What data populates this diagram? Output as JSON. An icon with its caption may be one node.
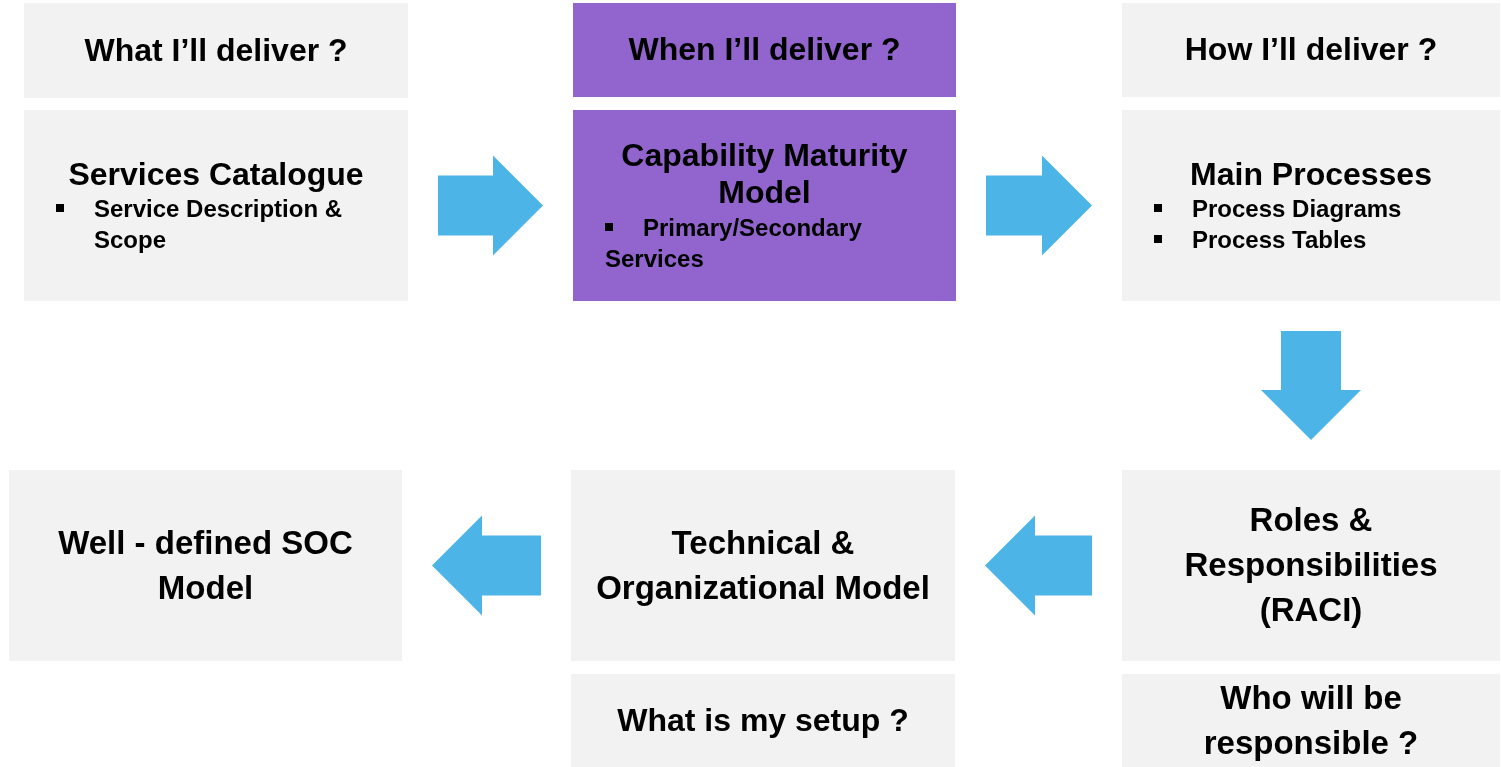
{
  "diagram": {
    "nodes": [
      {
        "text": [
          "What I’ll deliver ?"
        ]
      },
      {
        "text": [
          "Services Catalogue",
          "Service Description & Scope"
        ]
      },
      {
        "text": [
          "When I’ll deliver ?"
        ]
      },
      {
        "text": [
          "Capability Maturity Model",
          "Primary/Secondary Services"
        ]
      },
      {
        "text": [
          "How I’ll deliver ?"
        ]
      },
      {
        "text": [
          "Main Processes",
          "Process Diagrams",
          "Process Tables"
        ]
      },
      {
        "text": [
          "Well - defined SOC Model"
        ]
      },
      {
        "text": [
          "Technical & Organizational Model"
        ]
      },
      {
        "text": [
          "What is my setup ?"
        ]
      },
      {
        "text": [
          "Roles & Responsibilities (RACI)"
        ]
      },
      {
        "text": [
          "Who will be responsible ?"
        ]
      }
    ],
    "edges": [
      {
        "from": 1,
        "to": 3,
        "arrow": "to"
      },
      {
        "from": 3,
        "to": 5,
        "arrow": "to"
      },
      {
        "from": 5,
        "to": 9,
        "arrow": "to"
      },
      {
        "from": 9,
        "to": 7,
        "arrow": "to"
      },
      {
        "from": 7,
        "to": 6,
        "arrow": "to"
      }
    ]
  }
}
